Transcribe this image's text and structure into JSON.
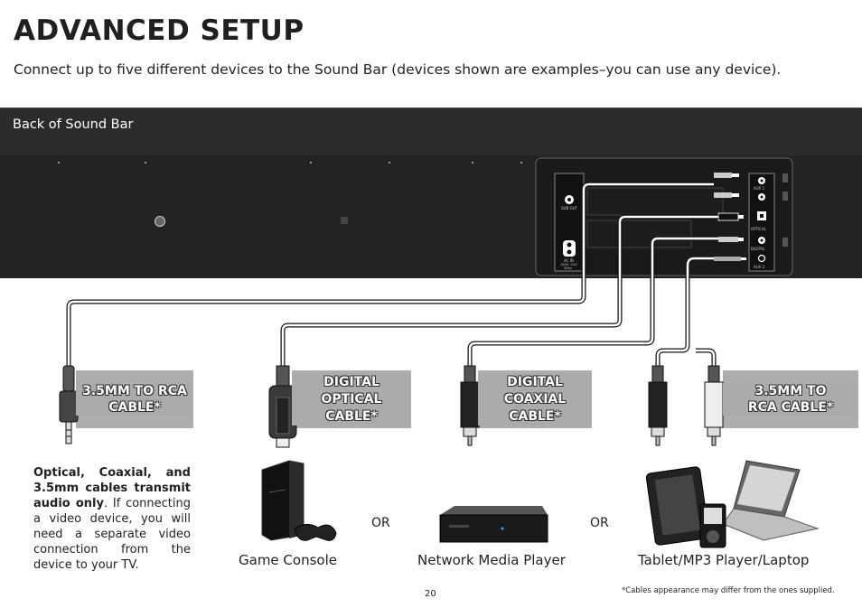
{
  "page": {
    "title": "ADVANCED SETUP",
    "subtitle": "Connect up to five different devices to the Sound Bar (devices shown are examples–you can use any device).",
    "soundbar_label": "Back of Sound Bar",
    "ports": {
      "sub_out": "SUB OUT",
      "ac_in_1": "AC IN",
      "ac_in_2": "100V~240",
      "ac_in_3": "50Hz",
      "aux1": "AUX 1",
      "optical": "OPTICAL",
      "digital": "DIGITAL",
      "aux2": "AUX 2"
    },
    "cables": {
      "c1": [
        "3.5MM TO RCA",
        "CABLE*"
      ],
      "c2": [
        "DIGITAL",
        "OPTICAL",
        "CABLE*"
      ],
      "c3": [
        "DIGITAL",
        "COAXIAL",
        "CABLE*"
      ],
      "c4": [
        "3.5MM TO",
        "RCA CABLE*"
      ]
    },
    "note": {
      "bold": "Optical, Coaxial, and 3.5mm cables transmit audio only",
      "rest": ". If connecting a video device, you will need a separate video connection from the device to your TV."
    },
    "devices": {
      "game_console": "Game Console",
      "media_player": "Network Media Player",
      "tablet": "Tablet/MP3 Player/Laptop",
      "or1": "OR",
      "or2": "OR"
    },
    "page_number": "20",
    "footnote": "*Cables appearance may differ from the ones supplied.",
    "icons": [
      "game-console-icon",
      "gamepad-icon",
      "media-player-icon",
      "tablet-icon",
      "mp3-player-icon",
      "laptop-icon",
      "3.5mm-plug-icon",
      "optical-plug-icon",
      "coaxial-plug-icon",
      "rca-plug-icon"
    ]
  }
}
